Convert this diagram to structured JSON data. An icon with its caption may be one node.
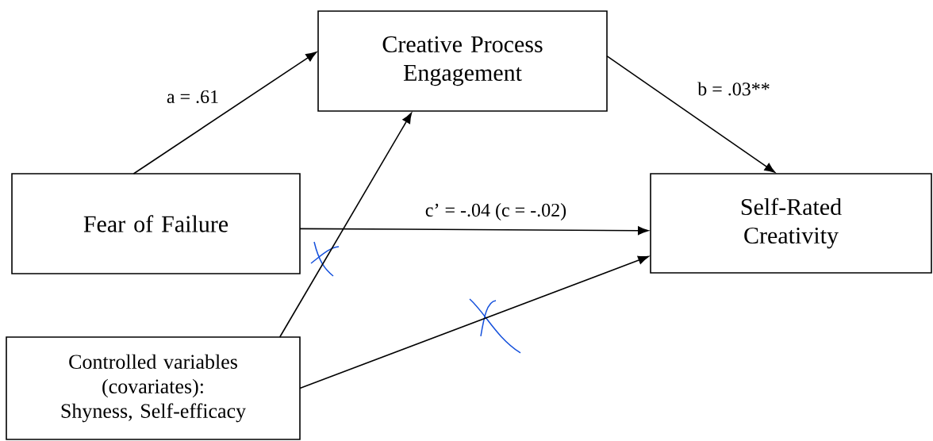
{
  "diagram": {
    "nodes": [
      {
        "text": [
          "Creative Process Engagement"
        ]
      },
      {
        "text": [
          "Fear of Failure"
        ]
      },
      {
        "text": [
          "Self-Rated Creativity"
        ]
      },
      {
        "text": [
          "Controlled variables (covariates):",
          "Shyness, Self-efficacy"
        ]
      }
    ],
    "edges": [
      {
        "from": 1,
        "to": 0,
        "arrow": "to",
        "label": "a = .61"
      },
      {
        "from": 0,
        "to": 2,
        "arrow": "to",
        "label": "b = .03**"
      },
      {
        "from": 1,
        "to": 2,
        "arrow": "to",
        "label": "c’ = -.04 (c = -.02)"
      },
      {
        "from": 3,
        "to": 0,
        "arrow": "to"
      },
      {
        "from": 3,
        "to": 2,
        "arrow": "to"
      }
    ]
  }
}
